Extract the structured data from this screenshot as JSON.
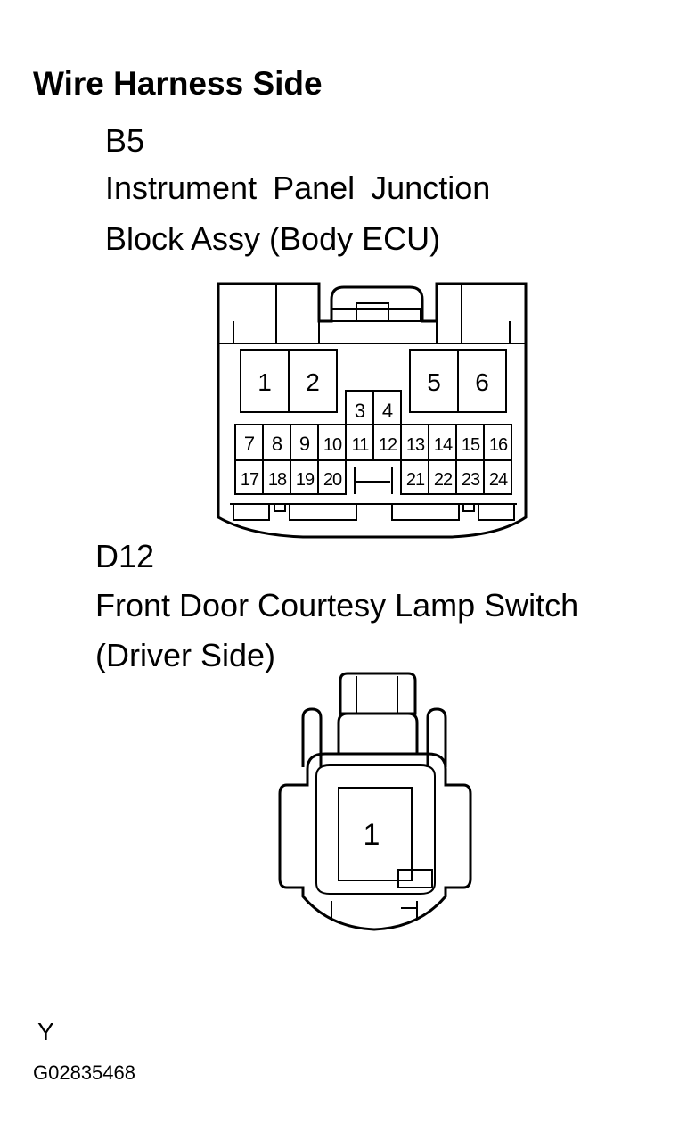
{
  "title": "Wire Harness Side",
  "connectors": [
    {
      "code": "B5",
      "name_line1": "Instrument Panel Junction",
      "name_line2": "Block Assy (Body ECU)",
      "pins": [
        "1",
        "2",
        "3",
        "4",
        "5",
        "6",
        "7",
        "8",
        "9",
        "10",
        "11",
        "12",
        "13",
        "14",
        "15",
        "16",
        "17",
        "18",
        "19",
        "20",
        "21",
        "22",
        "23",
        "24"
      ]
    },
    {
      "code": "D12",
      "name_line1": "Front Door Courtesy Lamp Switch",
      "name_line2": "(Driver Side)",
      "pins": [
        "1"
      ]
    }
  ],
  "footer": {
    "y_label": "Y",
    "figure_id": "G02835468"
  }
}
